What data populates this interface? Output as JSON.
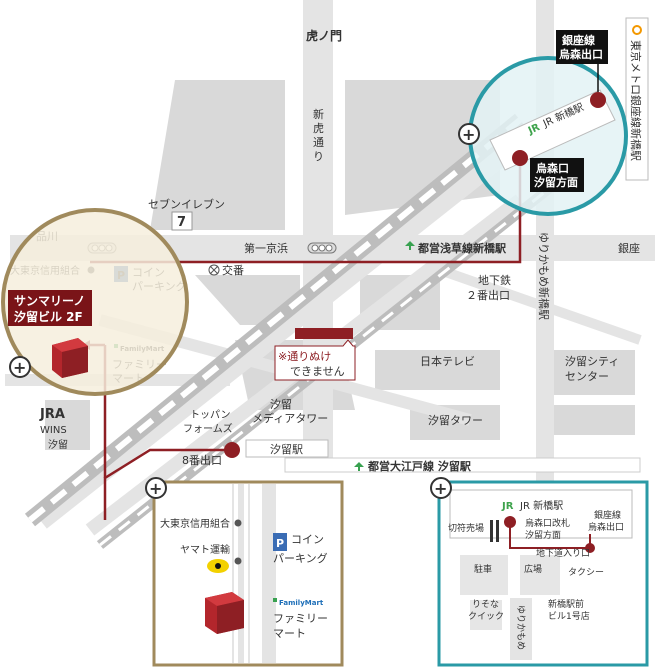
{
  "colors": {
    "route": "#8e1f24",
    "road": "#e4e4e4",
    "block": "#d9d9d9",
    "gold": "#a08a5c",
    "teal": "#2a9aa6",
    "metro": "#f39800",
    "jr": "#3fa34d",
    "toei": "#38a150",
    "building": "#b3262c"
  },
  "labels": {
    "toranomon": "虎ノ門",
    "shintora_1": "新",
    "shintora_2": "虎",
    "shintora_3": "通",
    "shintora_4": "り",
    "seven": "セブンイレブン",
    "shinagawa": "品川",
    "daiichi_keihin": "第一京浜",
    "asakusa_line": "都営浅草線新橋駅",
    "ginza": "銀座",
    "credit_union": "大東京信用組合",
    "parking_1": "コイン",
    "parking_2": "パーキング",
    "koban": "交番",
    "building_1": "サンマリーノ",
    "building_2": "汐留ビル 2F",
    "familymart_logo": "FamilyMart",
    "familymart_1": "ファミリー",
    "familymart_2": "マート",
    "no_pass_1": "※通りぬけ",
    "no_pass_2": "できません",
    "chikatetsu_1": "地下鉄",
    "chikatetsu_2": "２番出口",
    "yurikamome_v": "ゆりかもめ新橋駅",
    "ntv": "日本テレビ",
    "shiodome_city_1": "汐留シティ",
    "shiodome_city_2": "センター",
    "shiodome_tower": "汐留タワー",
    "media_tower_1": "汐留",
    "media_tower_2": "メディアタワー",
    "toppan_1": "トッパン",
    "toppan_2": "フォームズ",
    "jra_1": "JRA",
    "jra_2": "WINS",
    "jra_3": "汐留",
    "exit8": "8番出口",
    "shiodome_sta": "汐留駅",
    "oedo_line": "都営大江戸線 汐留駅",
    "metro_v": "東京メトロ銀座線新橋駅",
    "ginza_line_exit_1": "銀座線",
    "ginza_line_exit_2": "烏森出口",
    "jr_shinbashi": "JR 新橋駅",
    "jr_mark": "JR",
    "karasumori_1": "烏森口",
    "karasumori_2": "汐留方面",
    "yamato": "ヤマト運輸",
    "kippu": "切符売場",
    "karasumori_gate_1": "烏森口改札",
    "karasumori_gate_2": "汐留方面",
    "ginza_exit_small_1": "銀座線",
    "ginza_exit_small_2": "烏森出口",
    "underground_exit": "地下道入り口",
    "parking_lot": "駐車",
    "plaza": "広場",
    "taxi": "タクシー",
    "resona_1": "りそな",
    "resona_2": "クイック",
    "shinbashi_bldg_1": "新橋駅前",
    "shinbashi_bldg_2": "ビル1号店",
    "yurikamome_small": "ゆりかもめ",
    "p": "P",
    "plus": "+"
  }
}
